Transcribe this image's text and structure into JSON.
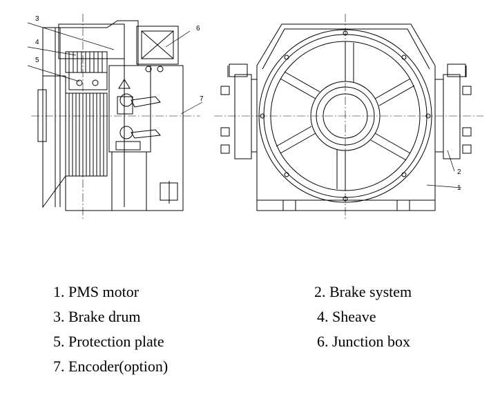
{
  "callouts": [
    "1",
    "2",
    "3",
    "4",
    "5",
    "6",
    "7"
  ],
  "legend": [
    "1. PMS motor",
    "2. Brake system",
    "3. Brake drum",
    "4. Sheave",
    "5. Protection plate",
    "6. Junction box",
    "7. Encoder(option)"
  ],
  "colors": {
    "line": "#000000",
    "background": "#ffffff"
  }
}
